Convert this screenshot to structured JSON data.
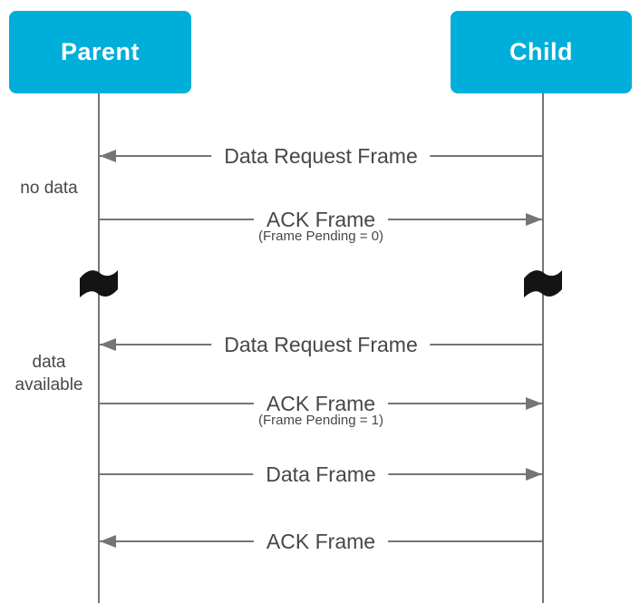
{
  "diagram": {
    "type": "sequence",
    "actors": [
      {
        "label": "Parent"
      },
      {
        "label": "Child"
      }
    ],
    "messages": [
      {
        "label": "Data Request Frame",
        "subtitle": "",
        "from": "Child",
        "to": "Parent",
        "direction": "left"
      },
      {
        "label": "ACK Frame",
        "subtitle": "(Frame Pending = 0)",
        "from": "Parent",
        "to": "Child",
        "direction": "right"
      },
      {
        "label": "Data Request Frame",
        "subtitle": "",
        "from": "Child",
        "to": "Parent",
        "direction": "left"
      },
      {
        "label": "ACK Frame",
        "subtitle": "(Frame Pending = 1)",
        "from": "Parent",
        "to": "Child",
        "direction": "right"
      },
      {
        "label": "Data Frame",
        "subtitle": "",
        "from": "Parent",
        "to": "Child",
        "direction": "right"
      },
      {
        "label": "ACK Frame",
        "subtitle": "",
        "from": "Child",
        "to": "Parent",
        "direction": "left"
      }
    ],
    "annotations": [
      {
        "label": "no data"
      },
      {
        "label": "data available"
      }
    ],
    "time_break_icon": "wavy-flag-icon",
    "colors": {
      "actor_bg": "#00aeda",
      "actor_text": "#ffffff",
      "line": "#757575",
      "text": "#47474b",
      "flag": "#141414"
    }
  }
}
